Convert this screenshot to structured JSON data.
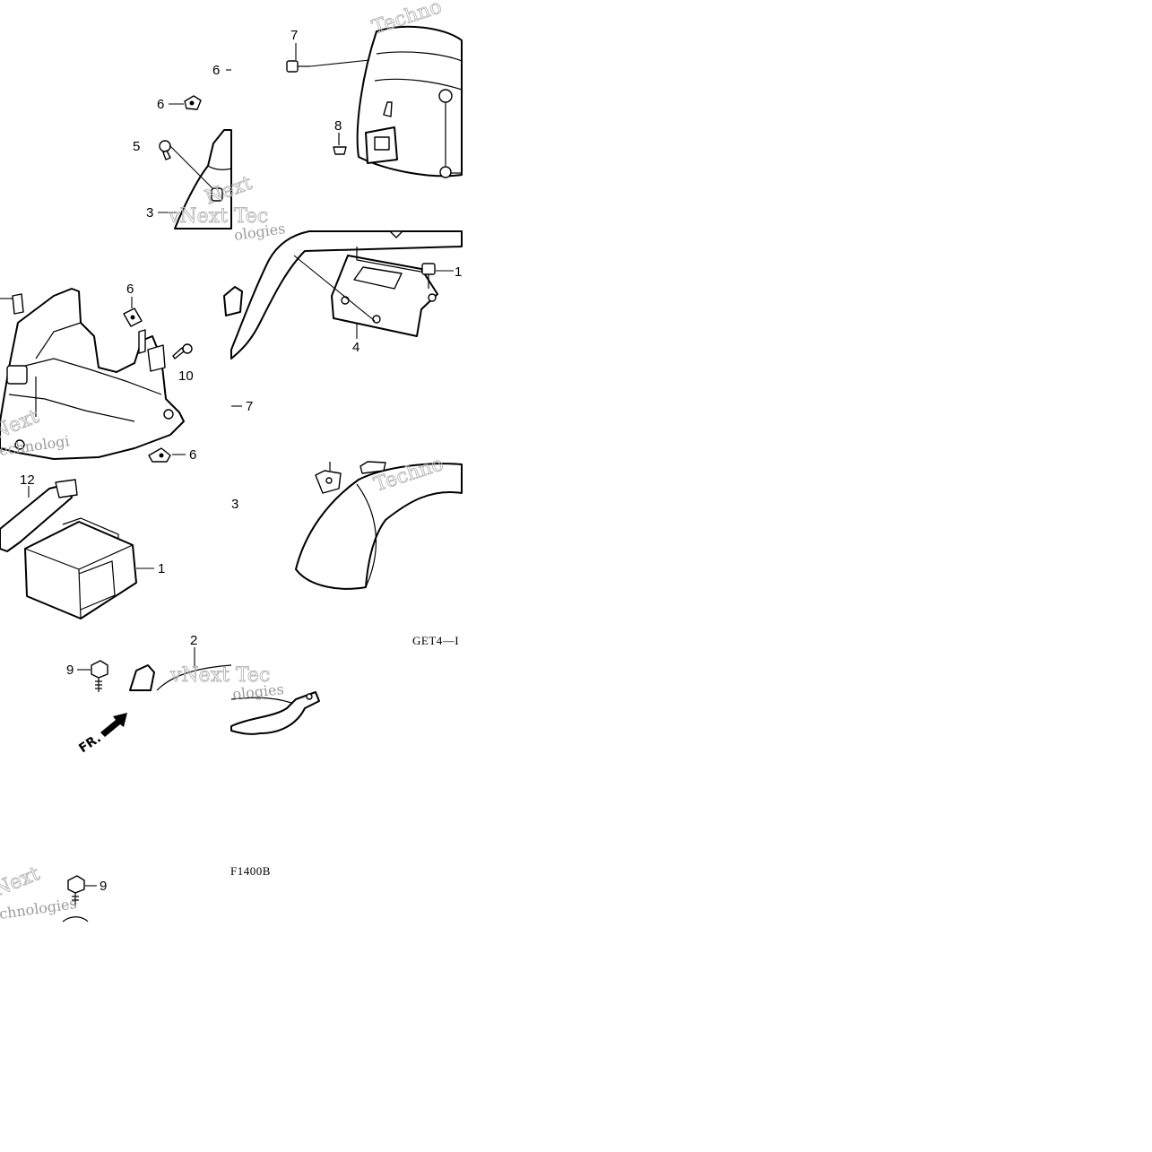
{
  "diagram": {
    "callouts": {
      "c7_top": "7",
      "c6_top": "6",
      "c6_clip": "6",
      "c5": "5",
      "c3_top": "3",
      "c8": "8",
      "c6_mid": "6",
      "c10": "10",
      "c6_low": "6",
      "c1_bolt": "1",
      "c4": "4",
      "c7_mid": "7",
      "c12": "12",
      "c1_battery": "1",
      "c3_mid": "3",
      "c2": "2",
      "c9_mid": "9",
      "c9_bottom": "9"
    },
    "codes": {
      "code_a": "GET4—I",
      "code_b": "F1400B"
    },
    "direction_label": "FR.",
    "watermarks": {
      "wm_1": "Techno",
      "wm_2": "vNext Tec",
      "wm_3": "ologies",
      "wm_4": "Next",
      "wm_5": "echnologi",
      "wm_6": "Techno",
      "wm_7": "vNext Tec",
      "wm_8": "ologies",
      "wm_9": "Next",
      "wm_10": "chnologies"
    }
  }
}
